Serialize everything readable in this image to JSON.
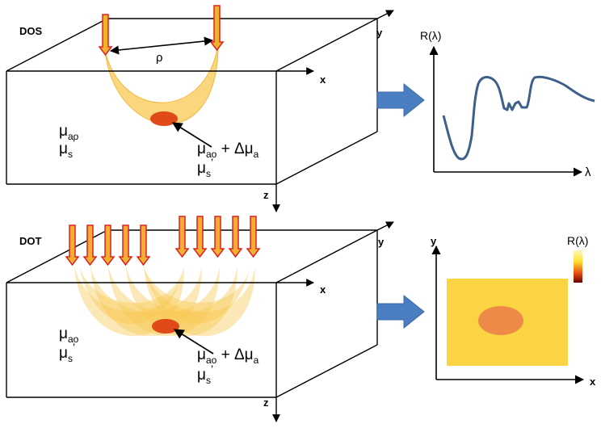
{
  "dos": {
    "title": "DOS",
    "x_label": "x",
    "y_label": "y",
    "z_label": "z",
    "distance_label": "ρ",
    "background_mu_a": "μ",
    "background_mu_a_sub": "ao",
    "background_mu_s": "μ",
    "background_mu_s_sub": "s",
    "background_mu_s_prime": "’",
    "inclusion_mu_a": "μ",
    "inclusion_mu_a_sub": "ao",
    "inclusion_plus": " + Δμ",
    "inclusion_plus_sub": "a",
    "inclusion_mu_s": "μ",
    "inclusion_mu_s_sub": "s",
    "inclusion_mu_s_prime": "’",
    "spectrum_y_label": "R(λ)",
    "spectrum_x_label": "λ"
  },
  "dot": {
    "title": "DOT",
    "x_label": "x",
    "y_label": "y",
    "z_label": "z",
    "background_mu_a": "μ",
    "background_mu_a_sub": "ao",
    "background_mu_s": "μ",
    "background_mu_s_sub": "s",
    "background_mu_s_prime": "’",
    "inclusion_mu_a": "μ",
    "inclusion_mu_a_sub": "ao",
    "inclusion_plus": " + Δμ",
    "inclusion_plus_sub": "a",
    "inclusion_mu_s": "μ",
    "inclusion_mu_s_sub": "s",
    "inclusion_mu_s_prime": "’",
    "image_x_label": "x",
    "image_y_label": "y",
    "colorbar_label": "R(λ)"
  },
  "colors": {
    "banana": "#f8c850",
    "inclusion": "#e04a18",
    "arrow_fill": "#f0b030",
    "arrow_stroke": "#e02020",
    "flow_arrow": "#4a7ec0",
    "spectrum_line": "#3d5f8a",
    "image_bg": "#fad442",
    "image_blob": "#ee8a48"
  }
}
